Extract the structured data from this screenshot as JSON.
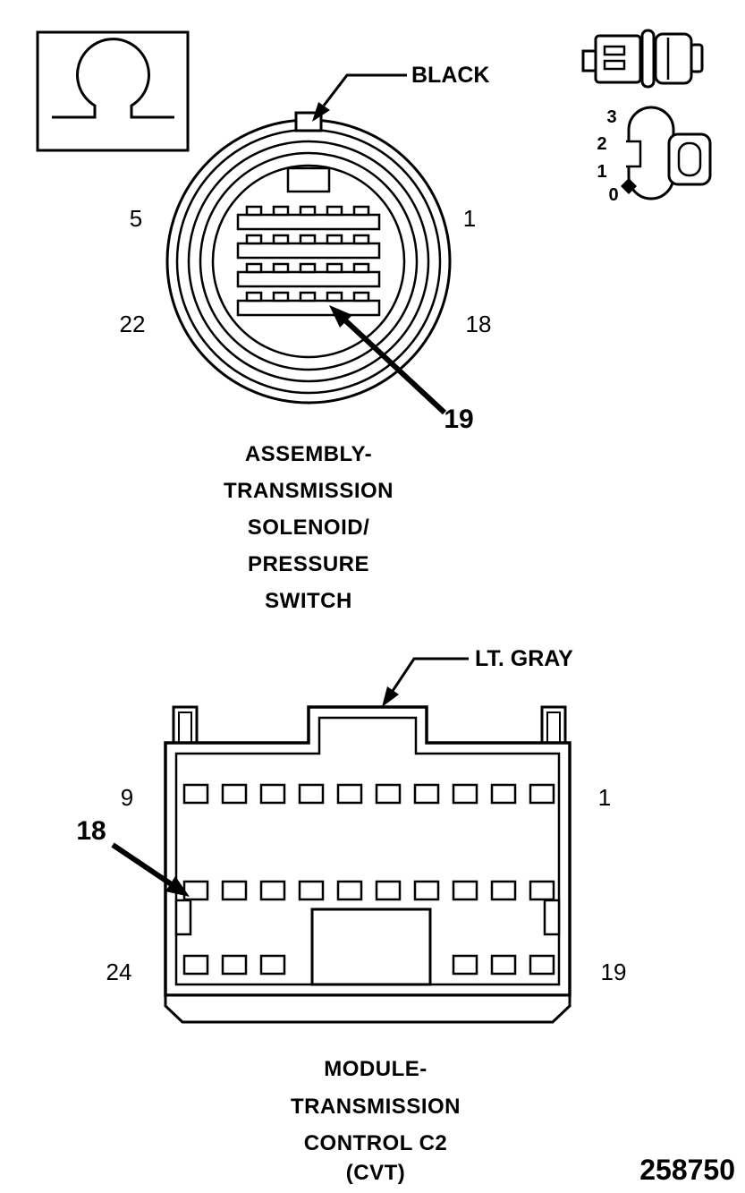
{
  "figure": {
    "number": "258750"
  },
  "connector1": {
    "color_label": "BLACK",
    "pins": {
      "top_left": "5",
      "top_right": "1",
      "bottom_left": "22",
      "bottom_right": "18",
      "callout": "19"
    },
    "caption_lines": [
      "ASSEMBLY-",
      "TRANSMISSION",
      "SOLENOID/",
      "PRESSURE",
      "SWITCH"
    ]
  },
  "connector2": {
    "color_label": "LT. GRAY",
    "pins": {
      "top_left": "9",
      "top_right": "1",
      "bottom_left": "24",
      "bottom_right": "19",
      "callout": "18"
    },
    "caption_lines": [
      "MODULE-",
      "TRANSMISSION",
      "CONTROL C2",
      "(CVT)"
    ]
  },
  "legend": {
    "positions": [
      "3",
      "2",
      "1",
      "0"
    ]
  }
}
